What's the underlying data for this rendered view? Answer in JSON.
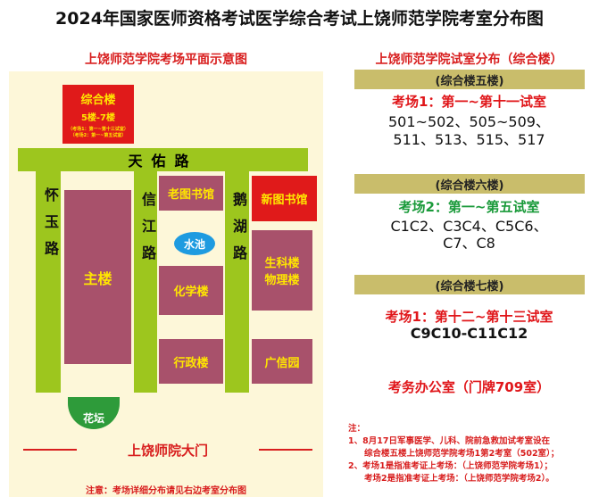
{
  "title": "2024年国家医师资格考试医学综合考试上饶师范学院考室分布图",
  "map": {
    "subtitle": "上饶师范学院考场平面示意图",
    "zonghe": {
      "name": "综合楼",
      "floors": "5楼-7楼",
      "note1": "（考场1：第一~第十三试室）",
      "note2": "（考场2：第一~第五试室）"
    },
    "roads": {
      "tianyou": "天佑路",
      "huaiyu": "怀玉路",
      "xinjiang": "信江路",
      "ehu": "鹅湖路"
    },
    "buildings": {
      "main": "主楼",
      "old_lib": "老图书馆",
      "pool": "水池",
      "chem": "化学楼",
      "admin": "行政楼",
      "new_lib": "新图书馆",
      "bio": "生科楼",
      "phys": "物理楼",
      "guangxin": "广信园",
      "garden": "花坛"
    },
    "gate": "上饶师院大门",
    "footer": "注意：考场详细分布请见右边考室分布图"
  },
  "right": {
    "subtitle": "上饶师范学院试室分布（综合楼）",
    "sections": [
      {
        "header": "(综合楼五楼)",
        "label": "考场1：第一~第十一试室",
        "rooms": [
          "501~502、505~509、",
          "511、513、515、517"
        ]
      },
      {
        "header": "(综合楼六楼)",
        "label": "考场2：第一~第五试室",
        "rooms": [
          "C1C2、C3C4、C5C6、",
          "C7、C8"
        ]
      },
      {
        "header": "(综合楼七楼)",
        "label": "考场1：第十二~第十三试室",
        "rooms": [
          "C9C10-C11C12"
        ]
      }
    ],
    "office": "考务办公室（门牌709室）",
    "notes": [
      "注：",
      "1、8月17日军事医学、儿科、院前急救加试考室设在",
      "综合楼五楼上饶师范学院考场1第2考室（502室）；",
      "2、考场1是指准考证上考场：（上饶师范学院考场1）；",
      "考场2是指准考证上考场：（上饶师范学院考场2）。"
    ]
  }
}
